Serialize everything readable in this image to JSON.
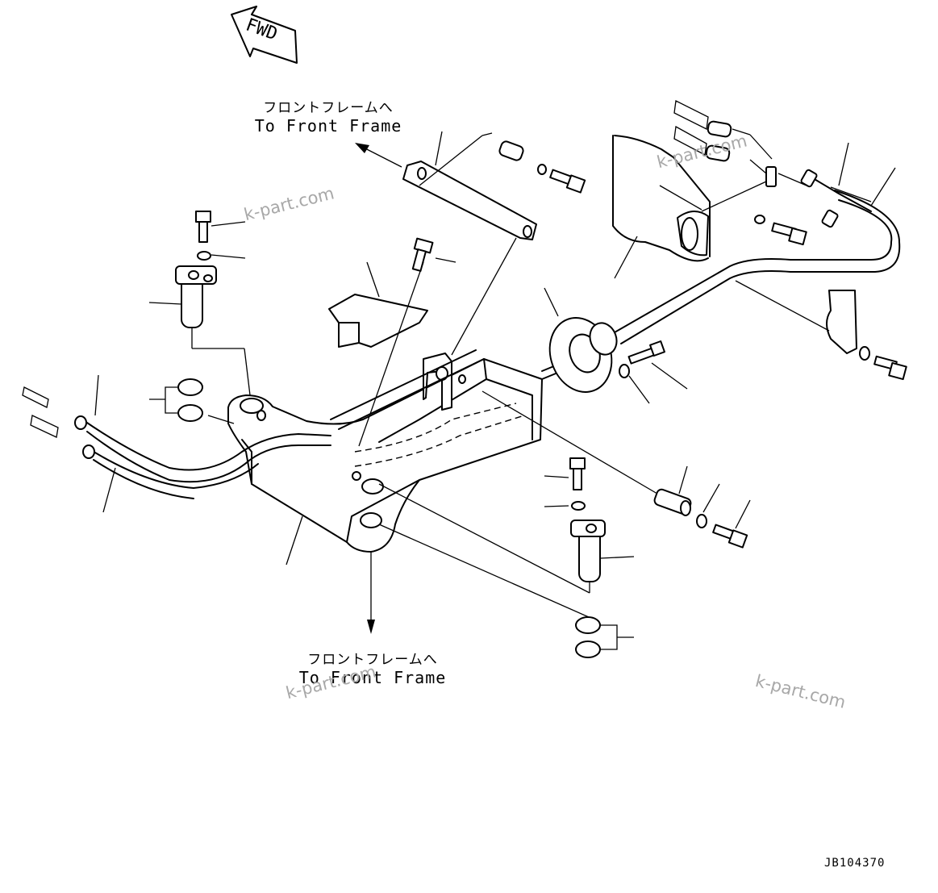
{
  "fwd_mark": "FWD",
  "labels": {
    "top": {
      "jp": "フロントフレームへ",
      "en": "To Front Frame"
    },
    "bottom": {
      "jp": "フロントフレームへ",
      "en": "To Front Frame"
    }
  },
  "watermark": "k-part.com",
  "drawing_code": "JB104370"
}
